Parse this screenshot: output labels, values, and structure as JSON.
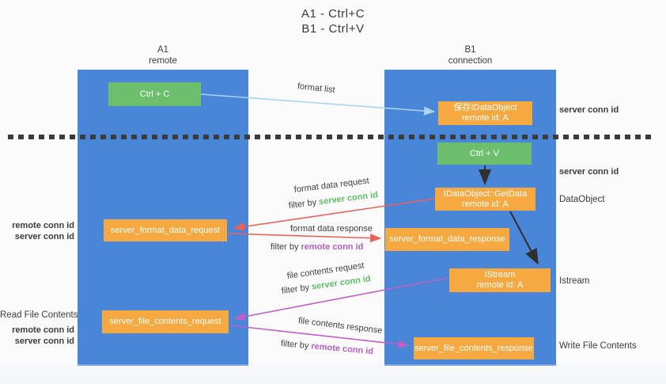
{
  "title": {
    "line1": "A1 - Ctrl+C",
    "line2": "B1 - Ctrl+V"
  },
  "lanes": {
    "left": {
      "name": "A1",
      "subtitle": "remote"
    },
    "right": {
      "name": "B1",
      "subtitle": "connection"
    }
  },
  "nodes": {
    "ctrl_c": "Ctrl + C",
    "ctrl_v": "Ctrl + V",
    "save_idataobject": {
      "line1": "保存IDataObject",
      "line2": "remote id: A"
    },
    "getdata": {
      "line1": "IDataObject::GetData",
      "line2": "remote id: A"
    },
    "istream": {
      "line1": "IStream",
      "line2": "remote id: A"
    },
    "format_request": "server_format_data_request",
    "format_response": "server_format_data_response",
    "file_request": "server_file_contents_request",
    "file_response": "server_file_contents_response"
  },
  "arrow_labels": {
    "format_list": "format list",
    "format_data_request": "format data request",
    "format_data_response": "format data response",
    "file_contents_request": "file contents request",
    "file_contents_response": "file contents response",
    "filter_prefix": "filter by ",
    "server_conn_id": "server conn id",
    "remote_conn_id": "remote conn id"
  },
  "side_labels": {
    "server_conn_id_top": "server conn id",
    "server_conn_id_mid": "server conn id",
    "dataobject": "DataObject",
    "istream": "Istream",
    "write_file_contents": "Write File Contents",
    "read_file_contents": "Read File Contents",
    "remote_conn_id_fmt": "remote conn id",
    "server_conn_id_fmt": "server conn id",
    "remote_conn_id_file": "remote conn id",
    "server_conn_id_file": "server conn id"
  },
  "colors": {
    "lane_blue": "#4a86d8",
    "green": "#6dbf6d",
    "orange": "#f7a941",
    "green_text": "#5fbd66",
    "purple_text": "#b55fc2",
    "red_arrow": "#e8635c",
    "magenta_arrow": "#bd60c7",
    "lightblue_arrow": "#a9d3f2",
    "black_arrow": "#2f2f2f"
  }
}
